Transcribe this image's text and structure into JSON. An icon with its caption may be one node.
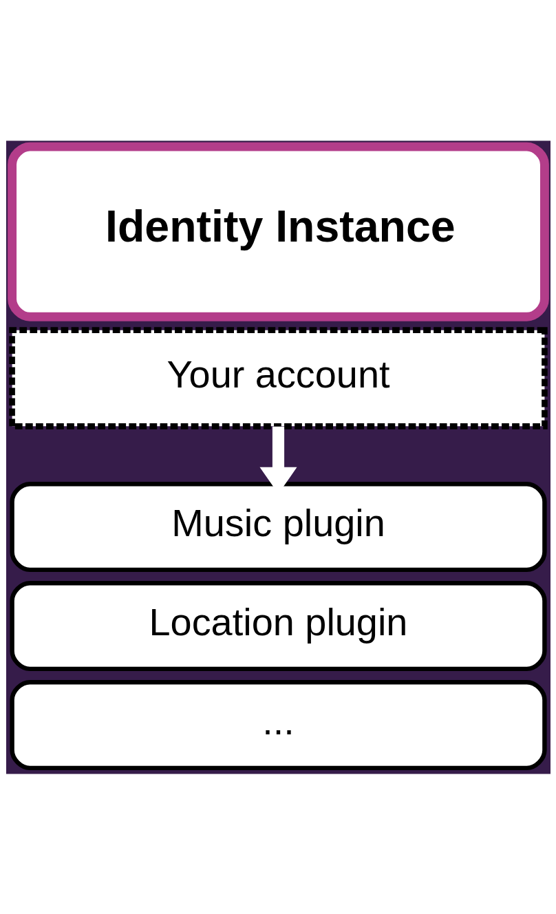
{
  "diagram": {
    "nodes": [
      {
        "text": [
          "Identity Instance"
        ]
      },
      {
        "text": [
          "Your account"
        ]
      },
      {
        "text": [
          "Music plugin"
        ]
      },
      {
        "text": [
          "Location plugin"
        ]
      },
      {
        "text": [
          "..."
        ]
      }
    ],
    "edges": [
      {
        "from": 1,
        "to": 2,
        "arrow": "to",
        "color": "#ffffff"
      }
    ]
  }
}
